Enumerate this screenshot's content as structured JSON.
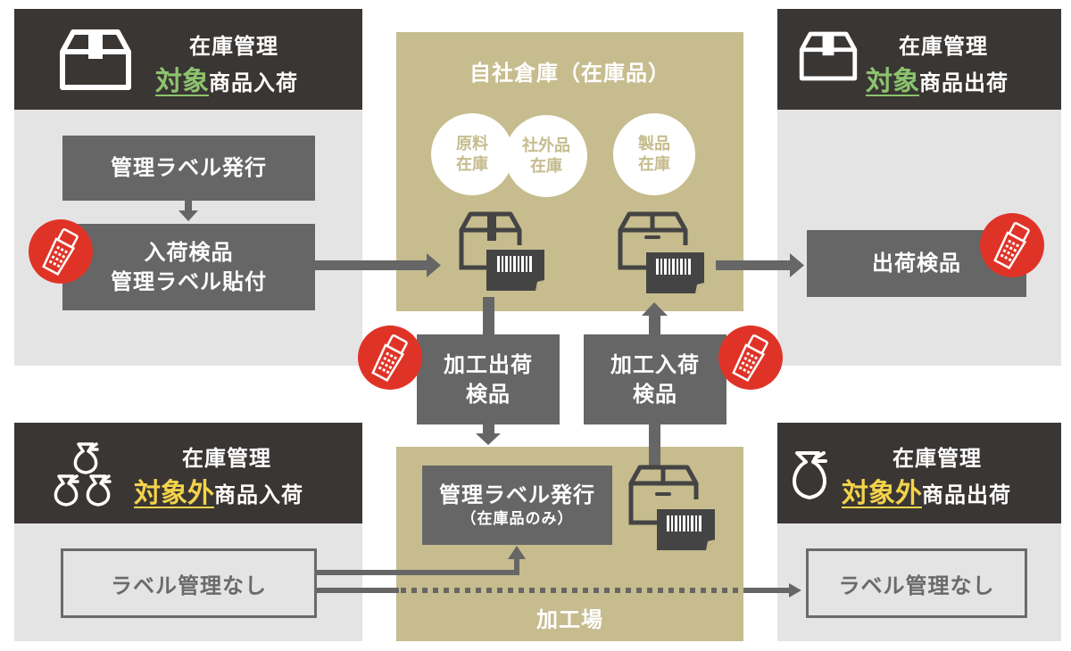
{
  "panels": {
    "target_inbound": {
      "title_line1": "在庫管理",
      "highlight": "対象",
      "title_tail": "商品入荷",
      "icon": "cardboard-box-icon",
      "steps": [
        "管理ラベル発行",
        "入荷検品",
        "管理ラベル貼付"
      ]
    },
    "target_outbound": {
      "title_line1": "在庫管理",
      "highlight": "対象",
      "title_tail": "商品出荷",
      "icon": "cardboard-box-icon",
      "steps": [
        "出荷検品"
      ]
    },
    "nontarget_inbound": {
      "title_line1": "在庫管理",
      "highlight": "対象外",
      "title_tail": "商品入荷",
      "icon": "money-bags-icon",
      "steps": [
        "ラベル管理なし"
      ]
    },
    "nontarget_outbound": {
      "title_line1": "在庫管理",
      "highlight": "対象外",
      "title_tail": "商品出荷",
      "icon": "money-bag-icon",
      "steps": [
        "ラベル管理なし"
      ]
    }
  },
  "warehouse": {
    "title": "自社倉庫（在庫品）",
    "circles": [
      {
        "line1": "原料",
        "line2": "在庫"
      },
      {
        "line1": "社外品",
        "line2": "在庫"
      },
      {
        "line1": "製品",
        "line2": "在庫"
      }
    ]
  },
  "processing": {
    "ship_check": {
      "line1": "加工出荷",
      "line2": "検品"
    },
    "receive_check": {
      "line1": "加工入荷",
      "line2": "検品"
    },
    "label_issue": {
      "line1": "管理ラベル発行",
      "line2": "（在庫品のみ）"
    },
    "factory_label": "加工場"
  },
  "colors": {
    "header_dark": "#3a3634",
    "panel_gray": "#e5e4e5",
    "box_gray": "#666666",
    "warehouse_khaki": "#c6bc8e",
    "scanner_red": "#e03327",
    "highlight_green": "#8cc36e",
    "highlight_yellow": "#f3d34a"
  }
}
